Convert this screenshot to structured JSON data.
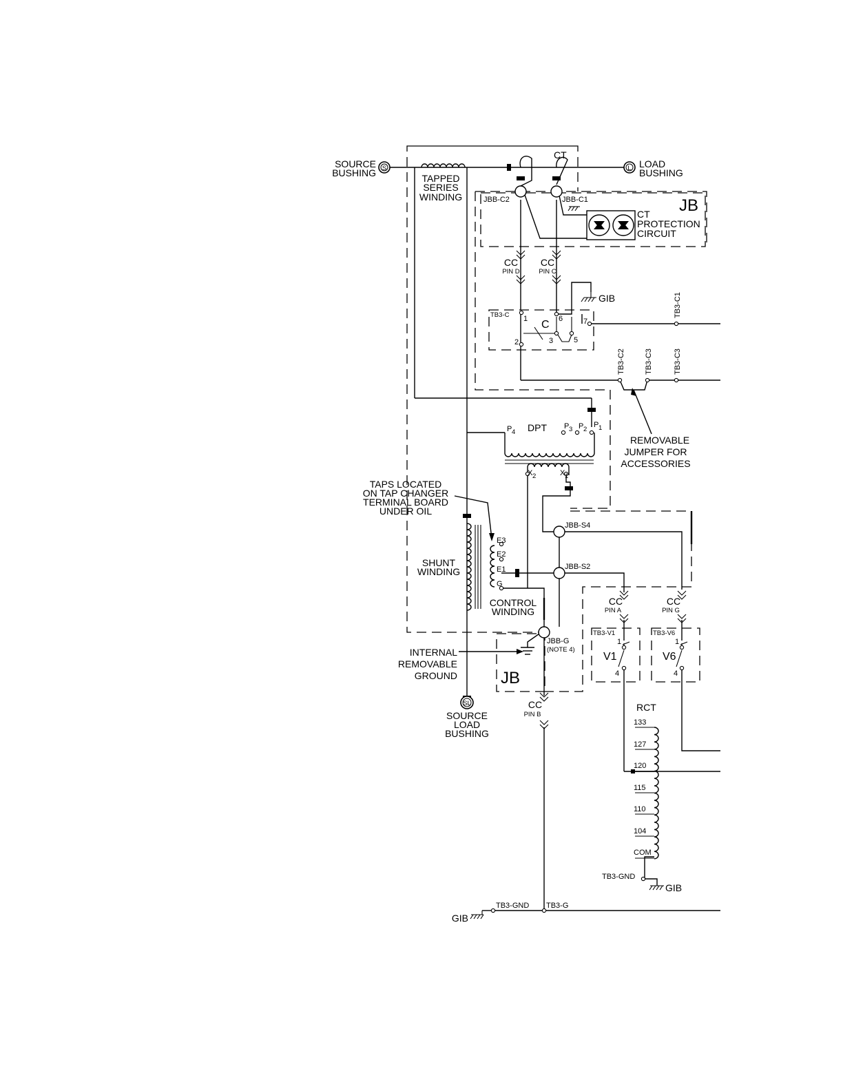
{
  "labels": {
    "source_bushing": [
      "SOURCE",
      "BUSHING"
    ],
    "source_bushing_symbol": "S",
    "load_bushing": [
      "LOAD",
      "BUSHING"
    ],
    "load_bushing_symbol": "L",
    "ct": "CT",
    "tapped_series_winding": [
      "TAPPED",
      "SERIES",
      "WINDING"
    ],
    "jbb_c2": "JBB-C2",
    "jbb_c1": "JBB-C1",
    "jb_top": "JB",
    "ct_protection_circuit": [
      "CT",
      "PROTECTION",
      "CIRCUIT"
    ],
    "cc_pin_d": [
      "CC",
      "PIN D"
    ],
    "cc_pin_c": [
      "CC",
      "PIN C"
    ],
    "gib": "GIB",
    "tb3_c": "TB3-C",
    "switch_c": "C",
    "tb3_c1": "TB3-C1",
    "tb3_c2": "TB3-C2",
    "tb3_c3_a": "TB3-C3",
    "tb3_c3_b": "TB3-C3",
    "removable_jumper": [
      "REMOVABLE",
      "JUMPER FOR",
      "ACCESSORIES"
    ],
    "dpt": "DPT",
    "p4": "P",
    "p4_sub": "4",
    "p3": "P",
    "p3_sub": "3",
    "p2": "P",
    "p2_sub": "2",
    "p1": "P",
    "p1_sub": "1",
    "x2": "X",
    "x2_sub": "2",
    "x1": "X",
    "x1_sub": "1",
    "taps_note": [
      "TAPS  LOCATED",
      "ON  TAP  CHANGER",
      "TERMINAL  BOARD",
      "UNDER  OIL"
    ],
    "e3": "E3",
    "e2": "E2",
    "e1": "E1",
    "g": "G",
    "shunt_winding": [
      "SHUNT",
      "WINDING"
    ],
    "control_winding": [
      "CONTROL",
      "WINDING"
    ],
    "jbb_s4": "JBB-S4",
    "jbb_s2": "JBB-S2",
    "jbb_g": [
      "JBB-G",
      "(NOTE 4)"
    ],
    "internal_ground": [
      "INTERNAL",
      "REMOVABLE",
      "GROUND"
    ],
    "jb_bottom": "JB",
    "cc_pin_a": [
      "CC",
      "PIN  A"
    ],
    "cc_pin_g": [
      "CC",
      "PIN  G"
    ],
    "tb3_v1": "TB3-V1",
    "tb3_v6": "TB3-V6",
    "v1": "V1",
    "v6": "V6",
    "pin1": "1",
    "pin4": "4",
    "sl_symbol": "SL",
    "source_load_bushing": [
      "SOURCE",
      "LOAD",
      "BUSHING"
    ],
    "cc_pin_b": [
      "CC",
      "PIN  B"
    ],
    "rct": "RCT",
    "rct_taps": [
      "133",
      "127",
      "120",
      "115",
      "110",
      "104",
      "COM"
    ],
    "tb3_gnd": "TB3-GND",
    "tb3_g": "TB3-G",
    "term_1": "1",
    "term_2": "2",
    "term_3": "3",
    "term_5": "5",
    "term_6": "6",
    "term_7": "7"
  }
}
